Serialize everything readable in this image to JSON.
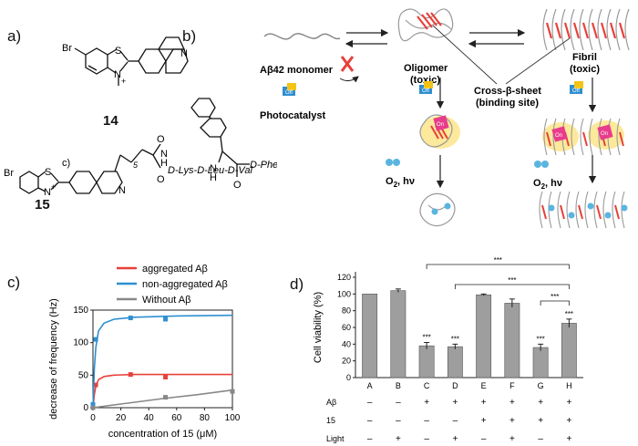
{
  "panels": {
    "a": "a)",
    "b": "b)",
    "c": "c)",
    "d": "d)"
  },
  "compounds": {
    "c14": {
      "label": "14",
      "br": "Br",
      "s": "S",
      "n": "N",
      "nplus": "N",
      "plus": "+"
    },
    "c15": {
      "label": "15",
      "br": "Br",
      "s": "S",
      "n": "N",
      "nplus": "N",
      "plus": "+",
      "c_note": "c)",
      "sub5": "5",
      "o1": "O",
      "o2": "O",
      "nh": "N",
      "h": "H",
      "h2": "H",
      "nh2": "N",
      "peptide": "D-Lys-D-Leu-D-Val",
      "tail": "D-Phe-OH"
    }
  },
  "scheme": {
    "monomer": "Aβ42 monomer",
    "photocatalyst": "Photocatalyst",
    "oligomer": "Oligomer",
    "oligomer_sub": "(toxic)",
    "fibril": "Fibril",
    "fibril_sub": "(toxic)",
    "crossbeta": "Cross-β-sheet",
    "crossbeta_sub": "(binding site)",
    "o2": "O",
    "o2_sub": "2",
    "hv": ", hν",
    "off": "Off",
    "on": "On"
  },
  "colors": {
    "red": "#e8403a",
    "blue": "#2f8fd0",
    "gray": "#888888",
    "bar": "#9e9e9e"
  },
  "chart_data": [
    {
      "type": "line",
      "xlabel": "concentration of 15 (μM)",
      "ylabel": "decrease of frequency (Hz)",
      "xlim": [
        0,
        100
      ],
      "ylim": [
        0,
        150
      ],
      "xticks": [
        0,
        20,
        40,
        60,
        80,
        100
      ],
      "yticks": [
        0,
        50,
        100,
        150
      ],
      "legend_placement": "top",
      "series": [
        {
          "name": "aggregated Aβ",
          "color": "#e8403a",
          "points": [
            [
              0,
              2
            ],
            [
              2,
              35
            ],
            [
              27,
              51
            ],
            [
              52,
              47
            ]
          ],
          "curve": [
            [
              0,
              0
            ],
            [
              1,
              20
            ],
            [
              2,
              33
            ],
            [
              4,
              43
            ],
            [
              8,
              48
            ],
            [
              15,
              50
            ],
            [
              30,
              51
            ],
            [
              100,
              51
            ]
          ]
        },
        {
          "name": "non-aggregated Aβ",
          "color": "#2f8fd0",
          "points": [
            [
              0,
              5
            ],
            [
              2,
              105
            ],
            [
              27,
              138
            ],
            [
              52,
              136
            ]
          ],
          "curve": [
            [
              0,
              0
            ],
            [
              1,
              60
            ],
            [
              2,
              92
            ],
            [
              4,
              118
            ],
            [
              8,
              130
            ],
            [
              15,
              136
            ],
            [
              30,
              139
            ],
            [
              60,
              141
            ],
            [
              100,
              142
            ]
          ]
        },
        {
          "name": "Without Aβ",
          "color": "#888888",
          "points": [
            [
              0,
              0
            ],
            [
              52,
              16
            ],
            [
              100,
              25
            ]
          ],
          "curve": [
            [
              0,
              0
            ],
            [
              25,
              7
            ],
            [
              50,
              14
            ],
            [
              75,
              20
            ],
            [
              100,
              27
            ]
          ]
        }
      ]
    },
    {
      "type": "bar",
      "ylabel": "Cell viability (%)",
      "ylim": [
        0,
        120
      ],
      "yticks": [
        0,
        20,
        40,
        60,
        80,
        100,
        120
      ],
      "categories": [
        "A",
        "B",
        "C",
        "D",
        "E",
        "F",
        "G",
        "H"
      ],
      "values": [
        100,
        104,
        38,
        37,
        99,
        89,
        36,
        65
      ],
      "errors": [
        0,
        2,
        4,
        3,
        1,
        5,
        4,
        5
      ],
      "stars": [
        "",
        "",
        "***",
        "***",
        "",
        "",
        "***",
        "***"
      ],
      "brackets": [
        {
          "from": "C",
          "to": "H",
          "label": "***"
        },
        {
          "from": "D",
          "to": "H",
          "label": "***"
        },
        {
          "from": "G",
          "to": "H",
          "label": "***"
        }
      ],
      "condition_rows": [
        {
          "label": "Aβ",
          "values": [
            "–",
            "–",
            "+",
            "+",
            "+",
            "+",
            "+",
            "+"
          ]
        },
        {
          "label": "15",
          "values": [
            "–",
            "–",
            "–",
            "–",
            "+",
            "+",
            "+",
            "+"
          ]
        },
        {
          "label": "Light",
          "values": [
            "–",
            "+",
            "–",
            "+",
            "–",
            "+",
            "–",
            "+"
          ]
        }
      ]
    }
  ]
}
